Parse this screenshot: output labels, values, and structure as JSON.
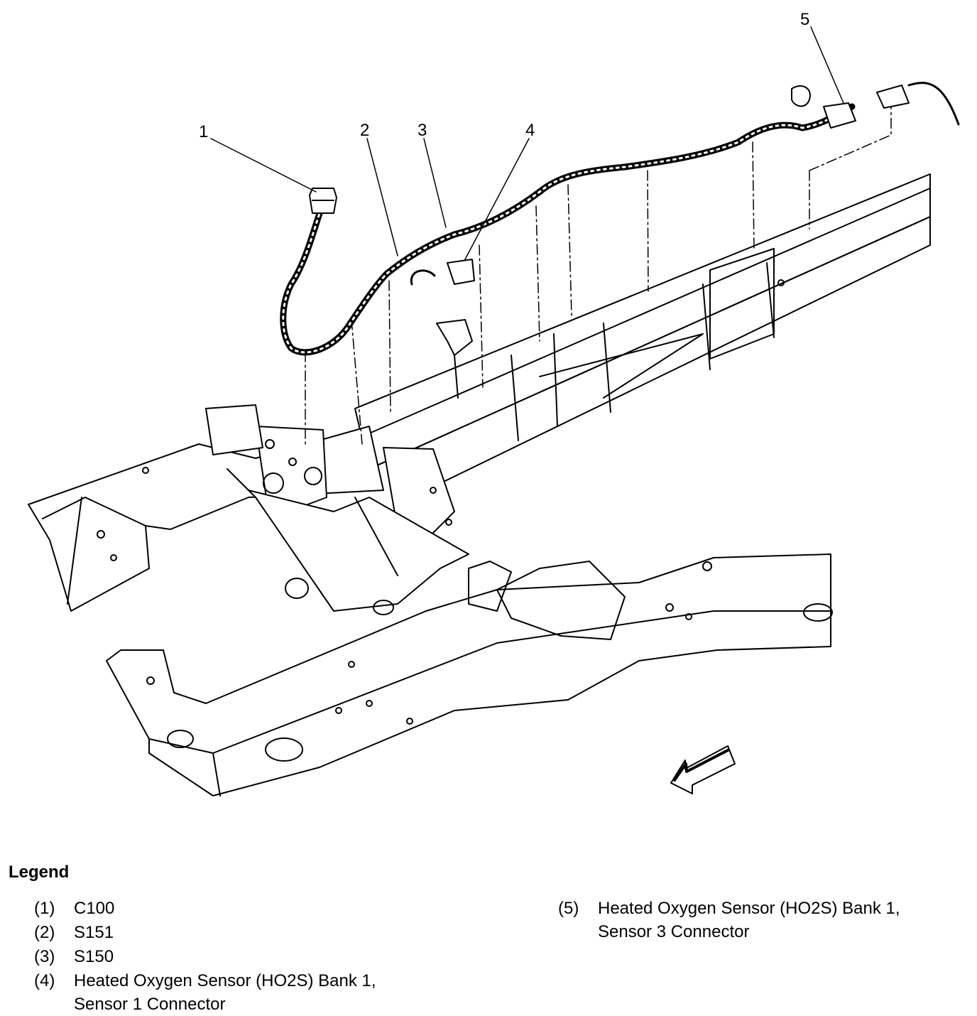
{
  "callouts": [
    "1",
    "2",
    "3",
    "4",
    "5"
  ],
  "legend": {
    "title": "Legend",
    "left_items": [
      {
        "num": "(1)",
        "text": "C100"
      },
      {
        "num": "(2)",
        "text": "S151"
      },
      {
        "num": "(3)",
        "text": "S150"
      },
      {
        "num": "(4)",
        "text": "Heated Oxygen Sensor (HO2S) Bank 1,\nSensor 1 Connector"
      }
    ],
    "right_items": [
      {
        "num": "(5)",
        "text": "Heated Oxygen Sensor (HO2S) Bank 1,\nSensor 3 Connector"
      }
    ]
  }
}
